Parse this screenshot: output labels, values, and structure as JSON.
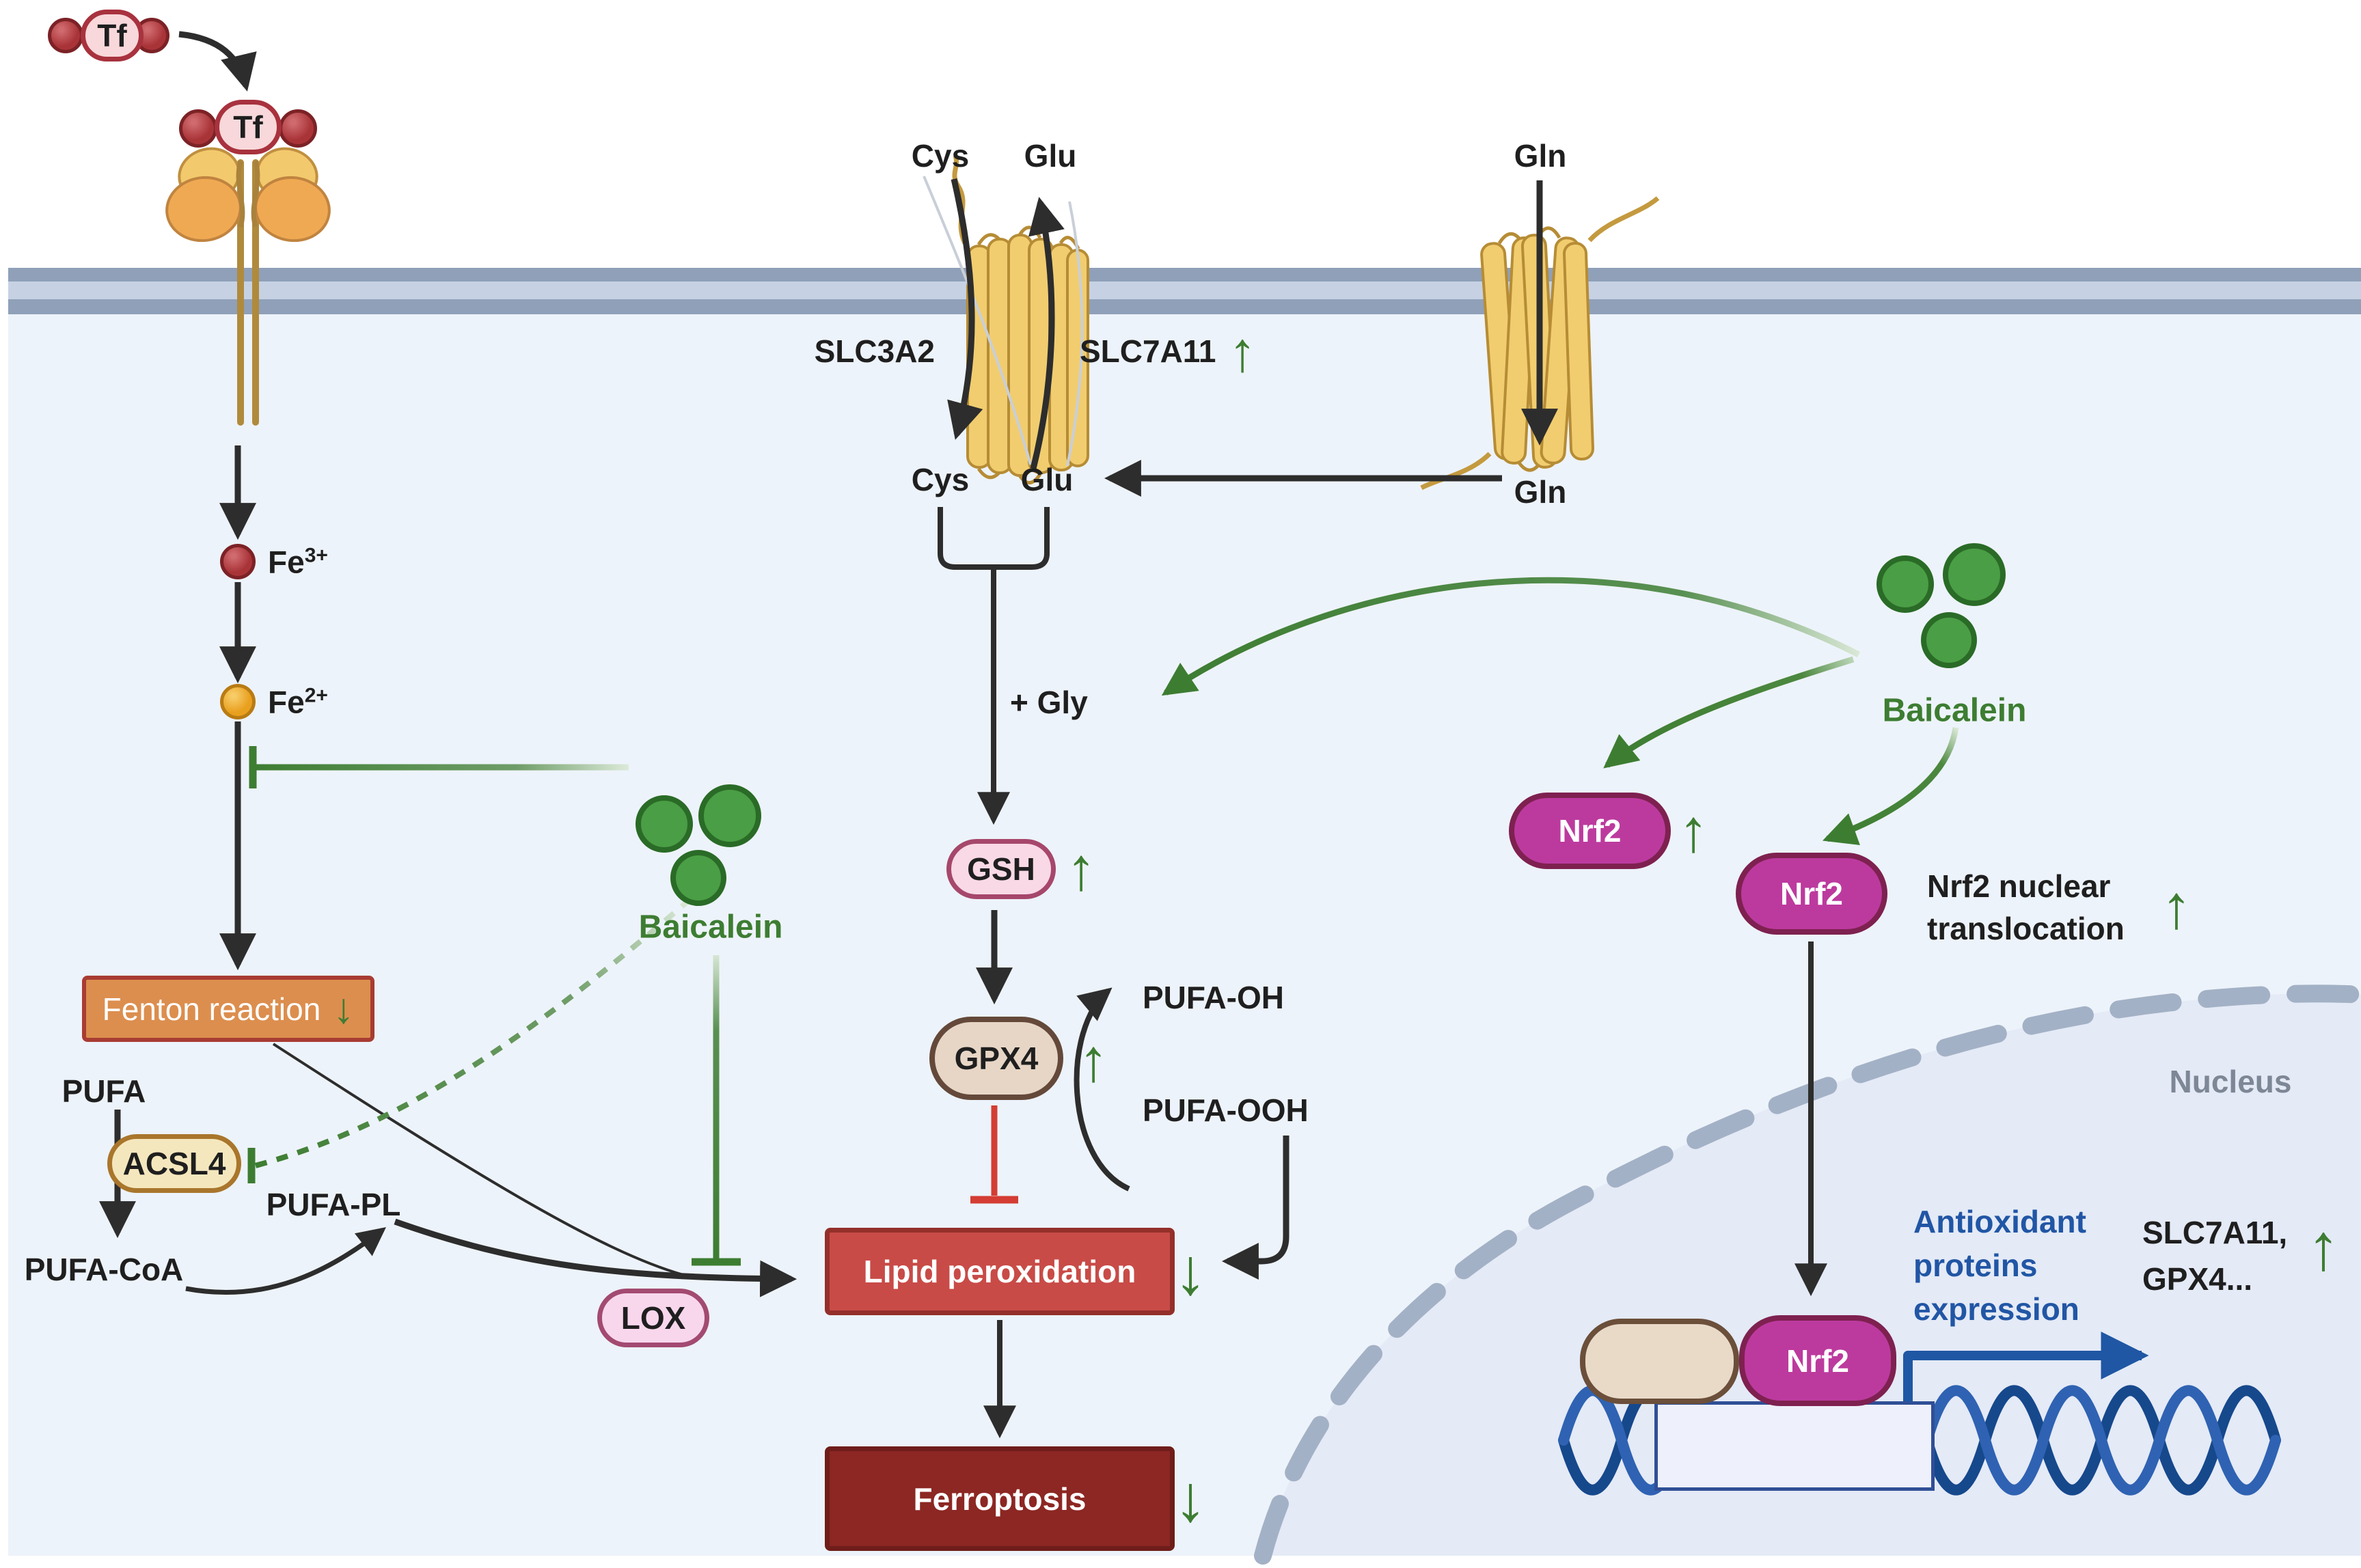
{
  "colors": {
    "accent_green": "#3d7d32",
    "inhibit_red": "#d43d33",
    "transcription_blue": "#1f57a4",
    "membrane_dark": "#8fa0b8",
    "membrane_light": "#c6d2e4",
    "cytoplasm": "#edf3fa",
    "nucleus_fill": "#e4eaf6",
    "nrf2_pill": "#bc3a9e",
    "fenton_box": "#dc8e4e",
    "lipid_box": "#c84b47",
    "ferroptosis_box": "#8c2723"
  },
  "icons": {
    "up_arrow": "↑",
    "down_arrow": "↓"
  },
  "proteins": {
    "tf": "Tf",
    "slc3a2": "SLC3A2",
    "slc7a11": "SLC7A11",
    "acsl4": "ACSL4",
    "lox": "LOX",
    "gpx4": "GPX4",
    "nrf2": "Nrf2"
  },
  "metabolites": {
    "cys": "Cys",
    "glu": "Glu",
    "gln": "Gln",
    "plus_gly": "+ Gly",
    "gsh": "GSH",
    "pufa": "PUFA",
    "pufa_coa": "PUFA-CoA",
    "pufa_pl": "PUFA-PL",
    "pufa_oh": "PUFA-OH",
    "pufa_ooh": "PUFA-OOH"
  },
  "ions": {
    "fe3_base": "Fe",
    "fe3_sup": "3+",
    "fe2_base": "Fe",
    "fe2_sup": "2+"
  },
  "compound": {
    "baicalein": "Baicalein"
  },
  "process": {
    "fenton": "Fenton reaction",
    "lipid_peroxidation": "Lipid peroxidation",
    "ferroptosis": "Ferroptosis",
    "nrf2_translocation_line1": "Nrf2 nuclear",
    "nrf2_translocation_line2": "translocation"
  },
  "nucleus": {
    "label": "Nucleus",
    "antioxidant_line1": "Antioxidant",
    "antioxidant_line2": "proteins",
    "antioxidant_line3": "expression",
    "genes_line1": "SLC7A11,",
    "genes_line2": "GPX4..."
  }
}
